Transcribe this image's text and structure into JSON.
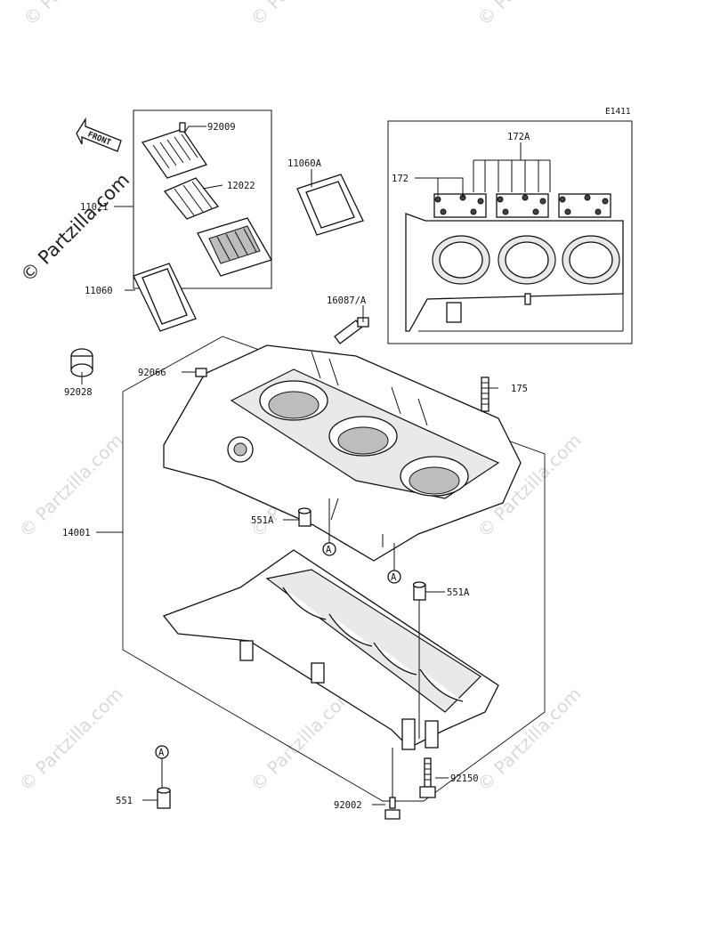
{
  "watermark": {
    "brand": "© Partzilla.com",
    "brand_main": "© Partzilla.com"
  },
  "diagram_code": "E1411",
  "front_marker": "FRONT",
  "callouts": {
    "p92009": "92009",
    "p12022": "12022",
    "p11021": "11021",
    "p11060A": "11060A",
    "p11060": "11060",
    "p16087A": "16087/A",
    "p92028": "92028",
    "p92066": "92066",
    "p175": "175",
    "p14001": "14001",
    "p551A_left": "551A",
    "p551A_right": "551A",
    "p551": "551",
    "p92002": "92002",
    "p92150": "92150",
    "p172A": "172A",
    "p172": "172"
  },
  "reference_markers": {
    "a1": "A",
    "a2": "A",
    "a3": "A"
  }
}
